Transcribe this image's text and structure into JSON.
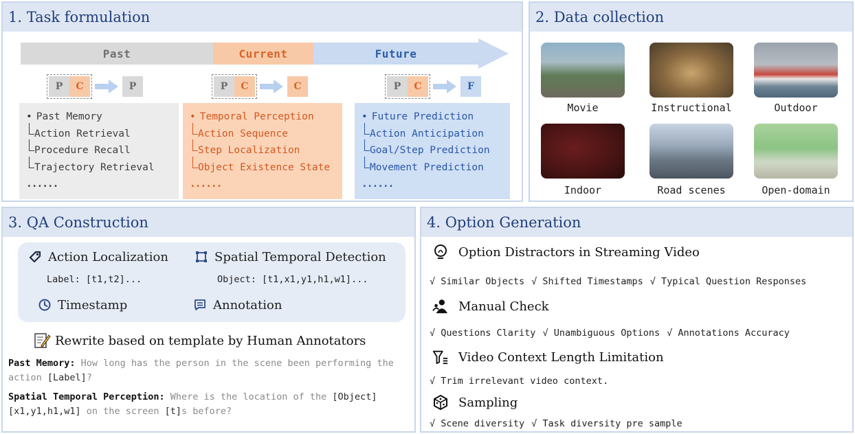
{
  "panel1": {
    "title": "1. Task formulation",
    "timeline": {
      "past": "Past",
      "current": "Current",
      "future": "Future"
    },
    "sequences": [
      {
        "group": [
          "P",
          "C"
        ],
        "result": "P"
      },
      {
        "group": [
          "P",
          "C"
        ],
        "result": "C"
      },
      {
        "group": [
          "P",
          "C"
        ],
        "result": "F"
      }
    ],
    "columns": [
      {
        "head": "Past Memory",
        "items": [
          "Action Retrieval",
          "Procedure Recall",
          "Trajectory Retrieval"
        ],
        "more": "......"
      },
      {
        "head": "Temporal Perception",
        "items": [
          "Action Sequence",
          "Step Localization",
          "Object Existence State"
        ],
        "more": "......"
      },
      {
        "head": "Future Prediction",
        "items": [
          "Action Anticipation",
          "Goal/Step Prediction",
          "Movement Prediction"
        ],
        "more": "......"
      }
    ],
    "colors": {
      "past": "#d9d9d9",
      "current": "#f8c9a7",
      "future": "#c9daf1"
    }
  },
  "panel2": {
    "title": "2. Data collection",
    "categories": [
      "Movie",
      "Instructional",
      "Outdoor",
      "Indoor",
      "Road scenes",
      "Open-domain"
    ]
  },
  "panel3": {
    "title": "3. QA Construction",
    "action_localization": "Action Localization",
    "action_label": "Label: [t1,t2]...",
    "spatial_detection": "Spatial Temporal Detection",
    "spatial_object": "Object: [t1,x1,y1,h1,w1]...",
    "timestamp": "Timestamp",
    "annotation": "Annotation",
    "rewrite": "Rewrite based on template by Human Annotators",
    "qa1": {
      "label": "Past Memory:",
      "text1": " How long has the person in the scene been performing the action ",
      "tok1": "[Label]",
      "text2": "?"
    },
    "qa2": {
      "label": "Spatial Temporal Perception:",
      "text1": " Where is the location of the ",
      "tok1": "[Object]",
      "tok2": "[x1,y1,h1,w1]",
      "text2": " on the screen ",
      "tok3": "[t]",
      "text3": "s before?"
    }
  },
  "panel4": {
    "title": "4. Option Generation",
    "sections": [
      {
        "icon": "lightbulb-icon",
        "title": "Option Distractors in Streaming Video",
        "items": [
          "√ Similar Objects",
          "√ Shifted Timestamps",
          "√ Typical Question Responses"
        ]
      },
      {
        "icon": "people-icon",
        "title": "Manual Check",
        "items": [
          "√ Questions Clarity",
          "√ Unambiguous Options",
          "√ Annotations Accuracy"
        ]
      },
      {
        "icon": "filter-icon",
        "title": "Video Context Length Limitation",
        "items": [
          "√ Trim irrelevant video context."
        ]
      },
      {
        "icon": "dice-icon",
        "title": "Sampling",
        "items": [
          "√ Scene diversity",
          "√ Task diversity pre sample"
        ]
      }
    ]
  }
}
